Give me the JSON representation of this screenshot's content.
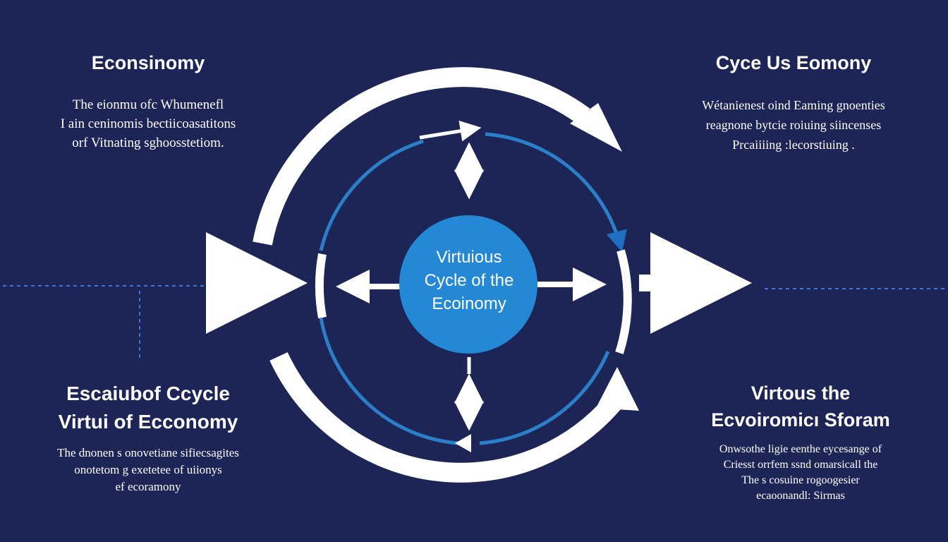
{
  "center": {
    "line1": "Virtuious",
    "line2": "Cycle of the",
    "line3": "Ecoinomy"
  },
  "top_left": {
    "title": "Econsinomy",
    "lines": [
      "The eionmu ofc Whumenefl",
      "I ain ceninomis bectiicoasatitons",
      "orf Vitnating sghoosstetiom."
    ]
  },
  "top_right": {
    "title": "Cyce Us Eomony",
    "lines": [
      "Wétanienest oind Eaming gnoenties",
      "reagnone bytcie roiuing siincenses",
      "Prcaiiiing :lecorstiuing ."
    ]
  },
  "bottom_left": {
    "title_line1": "Escaiubof Ccycle",
    "title_line2": "Virtui of Ecconomy",
    "lines": [
      "The dnonen s onovetiane sifiecsagites",
      "onotetom g exetetee of uiionys",
      "ef ecoramony"
    ]
  },
  "bottom_right": {
    "title_line1": "Virtous the",
    "title_line2": "Ecvoiromicı Sforam",
    "lines": [
      "Onwsothe ligie eenthe eycesange of",
      "Criesst orrfem ssnd omarsicall the",
      "The s cosuine rogoogesier",
      "ecaoonandl: Sirmas"
    ]
  },
  "colors": {
    "background": "#1c2555",
    "center_fill": "#2588d4",
    "ring_stroke": "#2a7fc8",
    "arrow_white": "#ffffff",
    "dashed": "#3f78d2"
  }
}
